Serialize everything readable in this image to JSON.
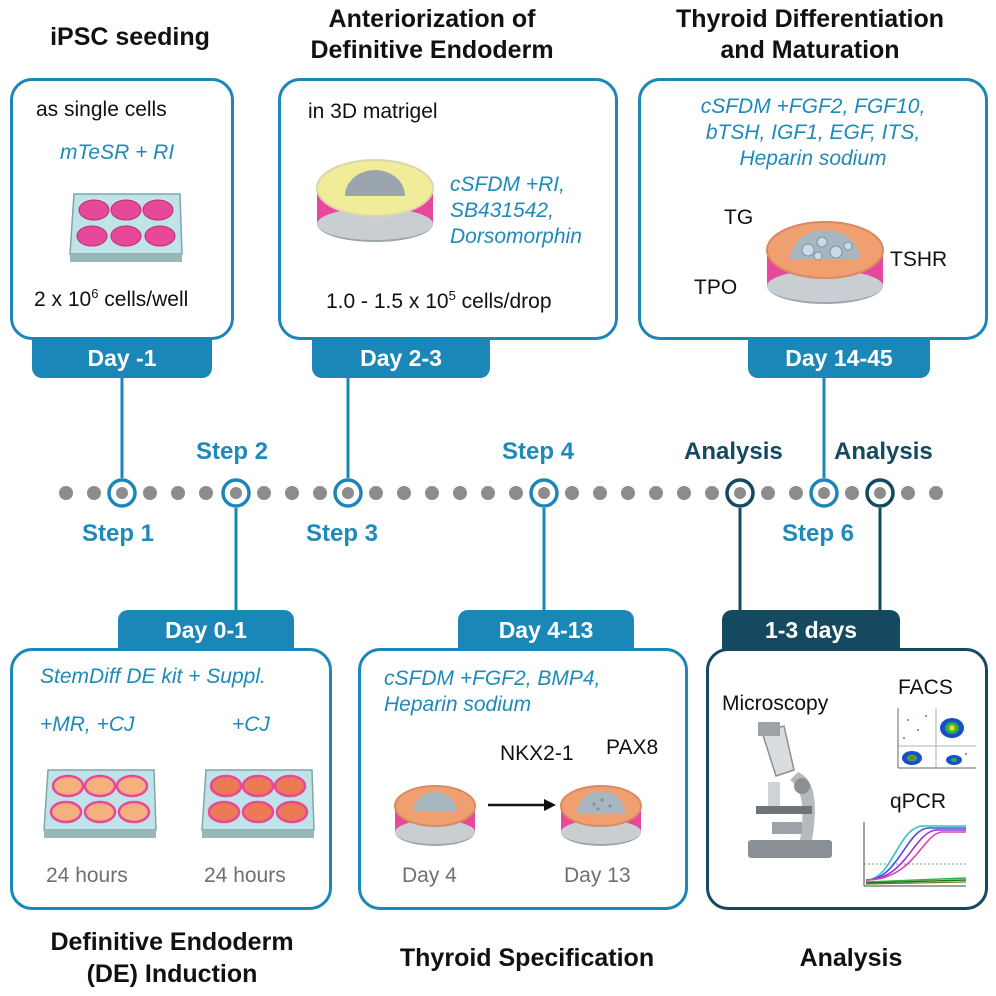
{
  "phases": {
    "ipsc": "iPSC seeding",
    "anterior_1": "Anteriorization of",
    "anterior_2": "Definitive Endoderm",
    "thyroid_1": "Thyroid Differentiation",
    "thyroid_2": "and Maturation"
  },
  "card1": {
    "line1": "as single cells",
    "medium": "mTeSR + RI",
    "count_pre": "2 x 10",
    "count_exp": "6",
    "count_post": " cells/well",
    "day": "Day -1"
  },
  "card2": {
    "line1": "in 3D matrigel",
    "medium_1": "cSFDM +RI,",
    "medium_2": "SB431542,",
    "medium_3": "Dorsomorphin",
    "count_pre": "1.0 - 1.5 x 10",
    "count_exp": "5",
    "count_post": " cells/drop",
    "day": "Day 2-3"
  },
  "card3": {
    "medium_1": "cSFDM +FGF2, FGF10,",
    "medium_2": "bTSH, IGF1, EGF, ITS,",
    "medium_3": "Heparin sodium",
    "tg": "TG",
    "tpo": "TPO",
    "tshr": "TSHR",
    "day": "Day 14-45"
  },
  "steps": {
    "s1": "Step 1",
    "s2": "Step 2",
    "s3": "Step 3",
    "s4": "Step 4",
    "s6": "Step 6",
    "a1": "Analysis",
    "a2": "Analysis"
  },
  "card4": {
    "day": "Day 0-1",
    "medium": "StemDiff DE kit + Suppl.",
    "cond_a": "+MR, +CJ",
    "cond_b": "+CJ",
    "time_a": "24 hours",
    "time_b": "24 hours"
  },
  "card5": {
    "day": "Day 4-13",
    "medium_1": "cSFDM +FGF2, BMP4,",
    "medium_2": "Heparin sodium",
    "nkx": "NKX2-1",
    "pax": "PAX8",
    "d4": "Day 4",
    "d13": "Day 13"
  },
  "card6": {
    "day": "1-3 days",
    "microscopy": "Microscopy",
    "facs": "FACS",
    "qpcr": "qPCR"
  },
  "bottom": {
    "de_1": "Definitive Endoderm",
    "de_2": "(DE) Induction",
    "spec": "Thyroid Specification",
    "analysis": "Analysis"
  },
  "colors": {
    "accent": "#1b87b8",
    "dark_accent": "#14495f",
    "dot_gray": "#8c8c8c",
    "dish_pink": "#e8489a",
    "dish_orange": "#f0a070"
  }
}
